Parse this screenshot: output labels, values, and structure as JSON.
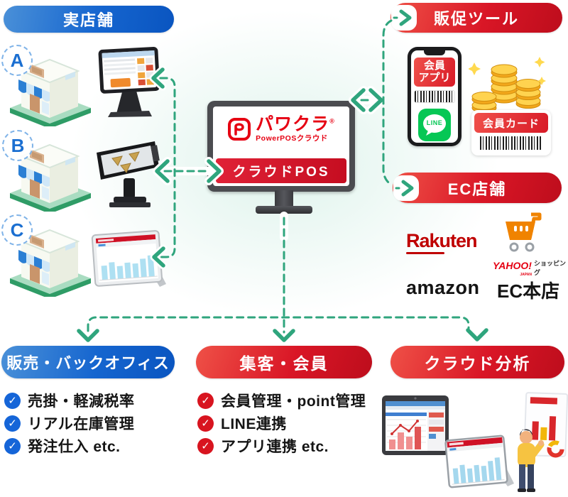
{
  "sections": {
    "physical_store": {
      "title": "実店舗",
      "stores": [
        {
          "label": "A"
        },
        {
          "label": "B"
        },
        {
          "label": "C"
        }
      ]
    },
    "center": {
      "logo": "パワクラ",
      "reg": "®",
      "logo_sub": "PowerPOSクラウド",
      "banner": "クラウドPOS"
    },
    "promo_tools": {
      "title": "販促ツール",
      "member_app_line1": "会員",
      "member_app_line2": "アプリ",
      "line_label": "LINE",
      "member_card": "会員カード"
    },
    "ec_store": {
      "title": "EC店舗",
      "rakuten": "Rakuten",
      "yahoo": "YAHOO!",
      "yahoo_japan": "JAPAN",
      "yahoo_shopping": "ショッピング",
      "amazon": "amazon",
      "ec_main": "EC本店"
    },
    "sales_backoffice": {
      "title": "販売・バックオフィス",
      "items": [
        "売掛・軽減税率",
        "リアル在庫管理",
        "発注仕入 etc."
      ]
    },
    "customer_member": {
      "title": "集客・会員",
      "items": [
        "会員管理・point管理",
        "LINE連携",
        "アプリ連携 etc."
      ]
    },
    "cloud_analytics": {
      "title": "クラウド分析"
    }
  },
  "colors": {
    "accent_teal": "#2fa57d",
    "brand_red": "#e60012",
    "banner_red": "#cf1126",
    "banner_blue": "#1565d8",
    "line_green": "#06c755",
    "coin_gold": "#f2a71b"
  }
}
